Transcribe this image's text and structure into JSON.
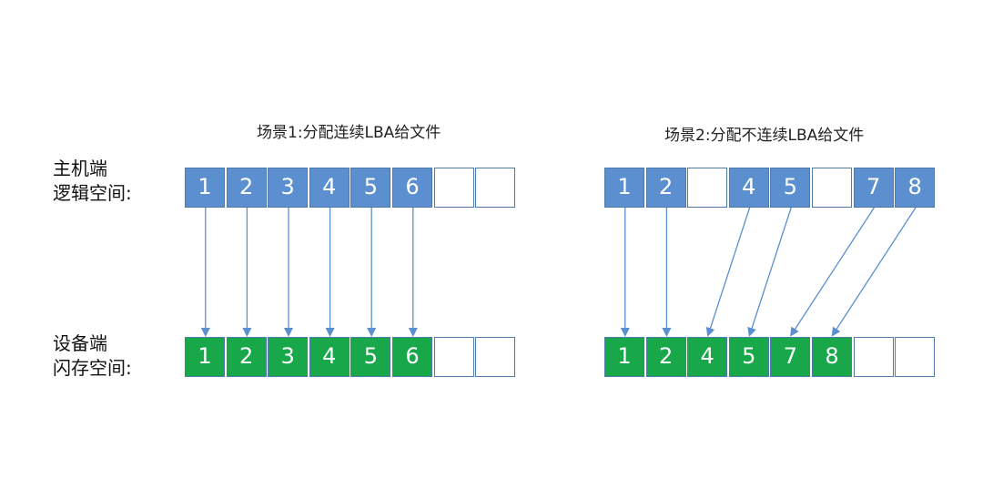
{
  "labels": {
    "host": "主机端\n逻辑空间:",
    "device": "设备端\n闪存空间:"
  },
  "colors": {
    "host_fill": "#5b8fcf",
    "device_fill": "#18a84a",
    "border": "#4f79a8",
    "arrow": "#5b8fcf"
  },
  "scenarios": [
    {
      "title": "场景1:分配连续LBA给文件",
      "host_cells": [
        "1",
        "2",
        "3",
        "4",
        "5",
        "6",
        "",
        ""
      ],
      "device_cells": [
        "1",
        "2",
        "3",
        "4",
        "5",
        "6",
        "",
        ""
      ],
      "mapping": [
        [
          0,
          0
        ],
        [
          1,
          1
        ],
        [
          2,
          2
        ],
        [
          3,
          3
        ],
        [
          4,
          4
        ],
        [
          5,
          5
        ]
      ]
    },
    {
      "title": "场景2:分配不连续LBA给文件",
      "host_cells": [
        "1",
        "2",
        "",
        "4",
        "5",
        "",
        "7",
        "8"
      ],
      "device_cells": [
        "1",
        "2",
        "4",
        "5",
        "7",
        "8",
        "",
        ""
      ],
      "mapping": [
        [
          0,
          0
        ],
        [
          1,
          1
        ],
        [
          3,
          2
        ],
        [
          4,
          3
        ],
        [
          6,
          4
        ],
        [
          7,
          5
        ]
      ]
    }
  ]
}
